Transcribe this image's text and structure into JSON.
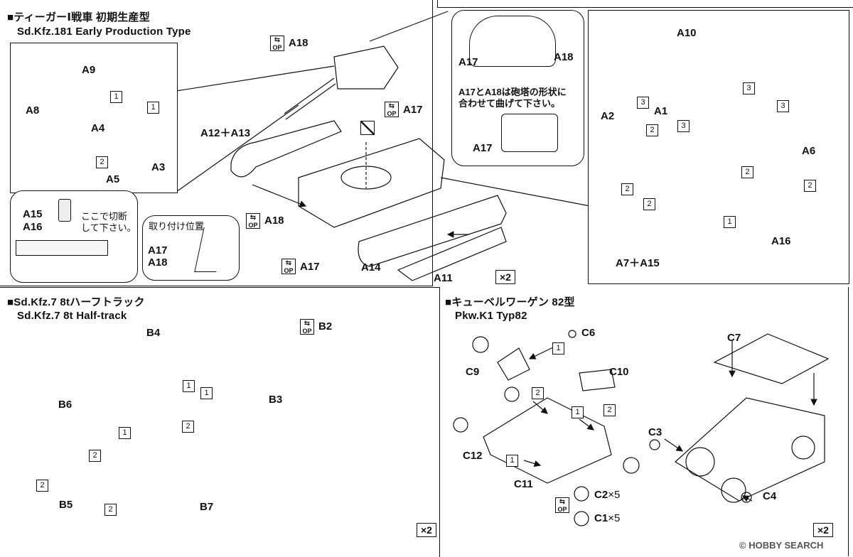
{
  "panels": {
    "tiger": {
      "title_jp": "■ティーガーⅠ戦車 初期生産型",
      "title_en": "Sd.Kfz.181 Early Production Type",
      "multiplier": "×2"
    },
    "halftrack": {
      "title_jp": "■Sd.Kfz.7 8tハーフトラック",
      "title_en": "Sd.Kfz.7 8t Half-track",
      "multiplier": "×2"
    },
    "kubel": {
      "title_jp": "■キューベルワーゲン 82型",
      "title_en": "Pkw.K1 Typ82",
      "multiplier": "×2"
    }
  },
  "labels": {
    "A1": "A1",
    "A2": "A2",
    "A3": "A3",
    "A4": "A4",
    "A5": "A5",
    "A6": "A6",
    "A7_A15": "A7＋A15",
    "A8": "A8",
    "A9": "A9",
    "A10": "A10",
    "A11": "A11",
    "A12_A13": "A12＋A13",
    "A14": "A14",
    "A15": "A15",
    "A16": "A16",
    "A16b": "A16",
    "A17": "A17",
    "A17b": "A17",
    "A17c": "A17",
    "A17d": "A17",
    "A17e": "A17",
    "A18": "A18",
    "A18b": "A18",
    "A18c": "A18",
    "A18d": "A18",
    "B2": "B2",
    "B3": "B3",
    "B4": "B4",
    "B5": "B5",
    "B6": "B6",
    "B7": "B7",
    "C1": "C1",
    "C1_mult": "×5",
    "C2": "C2",
    "C2_mult": "×5",
    "C3": "C3",
    "C4": "C4",
    "C6": "C6",
    "C7": "C7",
    "C9": "C9",
    "C10": "C10",
    "C11": "C11",
    "C12": "C12"
  },
  "notes": {
    "cut_here": "ここで切断\nして下さい。",
    "mount_position": "取り付け位置",
    "turret_shape": "A17とA18は砲塔の形状に\n合わせて曲げて下さい。"
  },
  "optional_badge": {
    "symbol": "⇆",
    "text": "OP"
  },
  "steps": {
    "one": "1",
    "two": "2",
    "three": "3"
  },
  "watermark": "© HOBBY SEARCH"
}
